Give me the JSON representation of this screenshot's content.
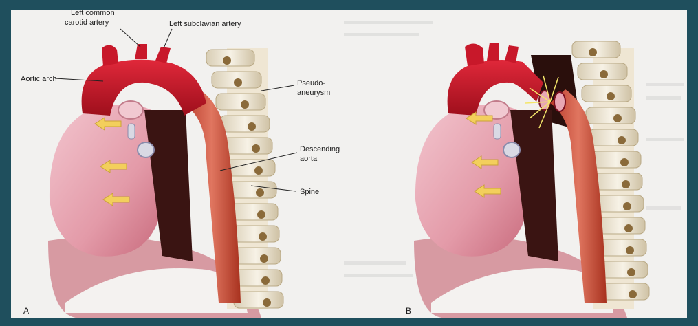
{
  "figure": {
    "panel_a": {
      "letter": "A",
      "labels": {
        "left_common_carotid_line1": "Left common",
        "left_common_carotid_line2": "carotid artery",
        "left_subclavian": "Left subclavian artery",
        "aortic_arch": "Aortic arch",
        "pseudo_line1": "Pseudo-",
        "pseudo_line2": "aneurysm",
        "descending_line1": "Descending",
        "descending_line2": "aorta",
        "spine": "Spine"
      }
    },
    "panel_b": {
      "letter": "B"
    }
  },
  "colors": {
    "frame_bg": "#1f4f5d",
    "panel_bg": "#f2f1ef",
    "aorta_red": "#c8182a",
    "heart_pink": "#e7a9b4",
    "arrow_yellow": "#f0c84a",
    "bone": "#efe8d8"
  }
}
